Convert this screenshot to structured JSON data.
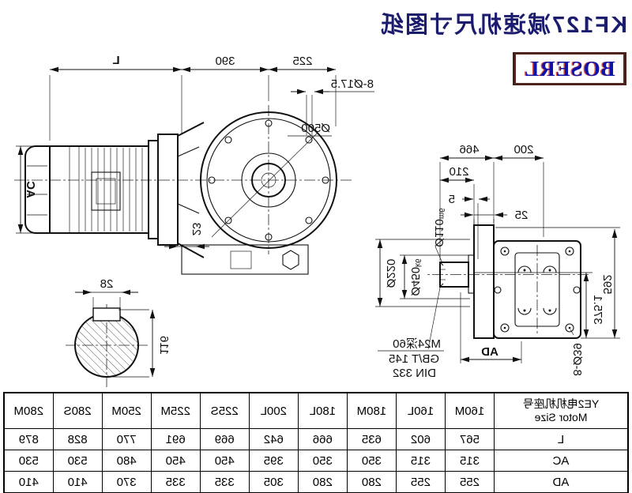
{
  "title": "KF127减速机尺寸图纸",
  "brand": "BOSERL",
  "front_view": {
    "dim_L": "L",
    "dim_390": "390",
    "dim_225": "225",
    "label_holes": "8-Ø17.5",
    "label_bolt_circle": "Ø500",
    "dim_AC": "AC",
    "dim_23": "23"
  },
  "side_view": {
    "dim_466": "466",
    "dim_200": "200",
    "dim_210": "210",
    "dim_5": "5",
    "dim_25": "25",
    "dia_220": "Ø220",
    "dia_450": "Ø450",
    "dia_450_tol": "k6",
    "dia_110": "Ø110",
    "dia_110_tol": "m6",
    "dim_592": "592",
    "dim_375_1": "375.1",
    "label_holes": "8-Ø39",
    "dim_AD": "AD",
    "note_1": "M24深60",
    "note_2": "GB/T 145",
    "note_3": "DIN 332"
  },
  "section_view": {
    "dim_28": "28",
    "dim_116": "116"
  },
  "table": {
    "header_cn": "YE2电机机座号",
    "header_en": "Motor Size",
    "columns": [
      "160M",
      "160L",
      "180M",
      "180L",
      "200L",
      "225S",
      "225M",
      "250M",
      "280S",
      "280M"
    ],
    "rows": [
      {
        "label": "L",
        "values": [
          "567",
          "602",
          "635",
          "666",
          "642",
          "669",
          "691",
          "770",
          "828",
          "879"
        ]
      },
      {
        "label": "AC",
        "values": [
          "315",
          "315",
          "350",
          "350",
          "395",
          "450",
          "450",
          "480",
          "530",
          "530"
        ]
      },
      {
        "label": "AD",
        "values": [
          "255",
          "255",
          "280",
          "280",
          "305",
          "335",
          "335",
          "370",
          "410",
          "410"
        ]
      }
    ]
  }
}
